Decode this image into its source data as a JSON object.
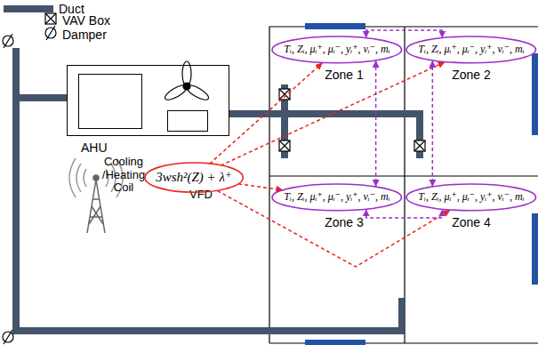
{
  "diagram": {
    "nodes": [
      {
        "text": [
          "AHU"
        ]
      },
      {
        "text": [
          "Cooling /Heating Coil"
        ],
        "in": 0
      },
      {
        "text": [
          "VFD"
        ],
        "in": 0
      },
      {
        "text": [
          "3wsh²(Z) + λ⁺"
        ]
      },
      {
        "text": [
          "Zone 1"
        ]
      },
      {
        "text": [
          "Tᵢ, Zᵢ, μᵢ⁺, μᵢ⁻, yᵢ⁺, vᵢ⁻, mᵢ"
        ],
        "in": 4
      },
      {
        "text": [
          "Zone 2"
        ]
      },
      {
        "text": [
          "Tᵢ, Zᵢ, μᵢ⁺, μᵢ⁻, yᵢ⁺, vᵢ⁻, mᵢ"
        ],
        "in": 6
      },
      {
        "text": [
          "Zone 3"
        ]
      },
      {
        "text": [
          "Tᵢ, Zᵢ, μᵢ⁺, μᵢ⁻, yᵢ⁺, vᵢ⁻, mᵢ"
        ],
        "in": 8
      },
      {
        "text": [
          "Zone 4"
        ]
      },
      {
        "text": [
          "Tᵢ, Zᵢ, μᵢ⁺, μᵢ⁻, yᵢ⁺, vᵢ⁻, mᵢ"
        ],
        "in": 10
      }
    ],
    "edges": [
      {
        "from": 3,
        "to": 5,
        "arrow": "to"
      },
      {
        "from": 3,
        "to": 7,
        "arrow": "to"
      },
      {
        "from": 3,
        "to": 9,
        "arrow": "to"
      },
      {
        "from": 3,
        "to": 11,
        "arrow": "to"
      },
      {
        "from": 5,
        "to": 7,
        "arrow": "both"
      },
      {
        "from": 9,
        "to": 11,
        "arrow": "both"
      },
      {
        "from": 5,
        "to": 9,
        "arrow": "both"
      },
      {
        "from": 7,
        "to": 11,
        "arrow": "both"
      }
    ],
    "legend": [
      {
        "text": "Duct",
        "color": "#44546a"
      },
      {
        "text": "VAV Box"
      },
      {
        "text": "Damper"
      }
    ]
  }
}
